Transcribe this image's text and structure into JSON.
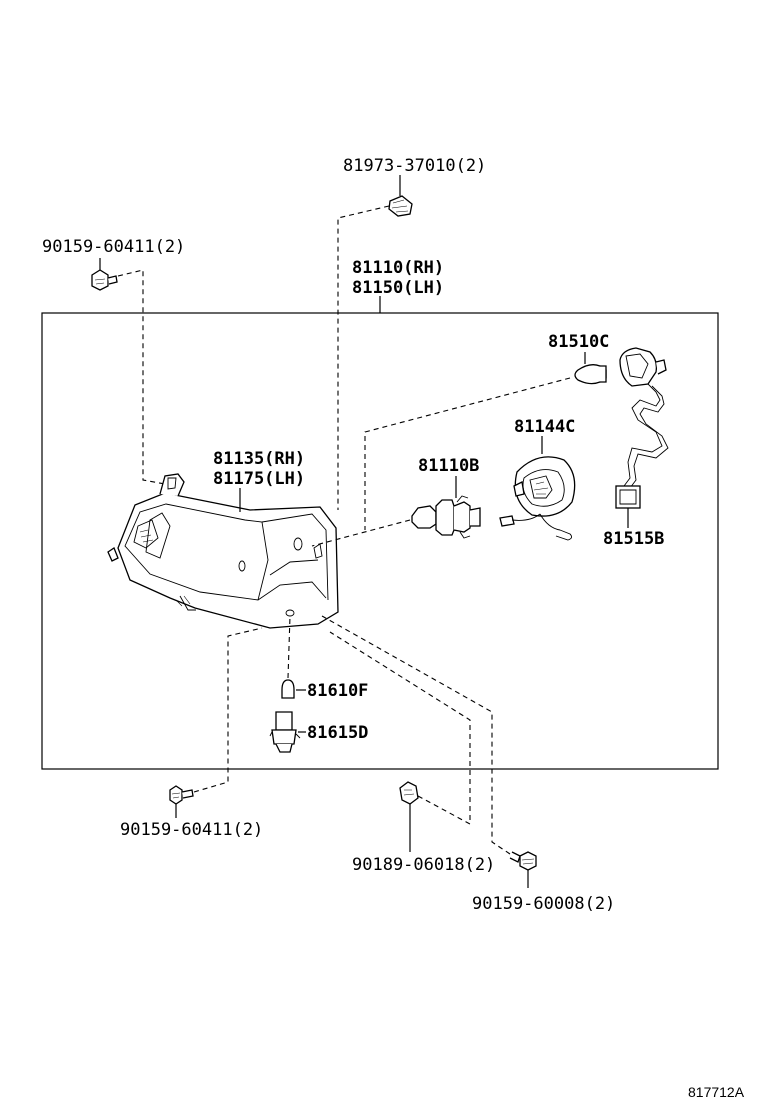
{
  "labels": {
    "p_81973": "81973-37010(2)",
    "p_90159_top": "90159-60411(2)",
    "p_81110": "81110(RH)",
    "p_81150": "81150(LH)",
    "p_81510c": "81510C",
    "p_81144c": "81144C",
    "p_81135": "81135(RH)",
    "p_81175": "81175(LH)",
    "p_81110b": "81110B",
    "p_81515b": "81515B",
    "p_81610f": "81610F",
    "p_81615d": "81615D",
    "p_90159_bottom": "90159-60411(2)",
    "p_90189": "90189-06018(2)",
    "p_90159_60008": "90159-60008(2)",
    "diagram_ref": "817712A"
  }
}
